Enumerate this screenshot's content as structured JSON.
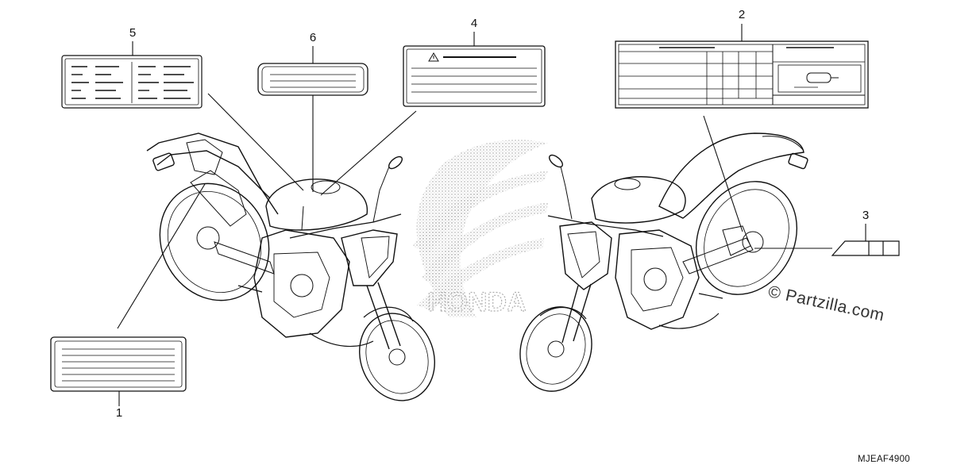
{
  "callouts": [
    {
      "number": "1"
    },
    {
      "number": "2"
    },
    {
      "number": "3"
    },
    {
      "number": "4"
    },
    {
      "number": "5"
    },
    {
      "number": "6"
    }
  ],
  "watermark": "© Partzilla.com",
  "diagram_code": "MJEAF4900",
  "background_logo_text": "HONDA",
  "colors": {
    "line": "#111111",
    "background": "#ffffff",
    "stipple": "#9a9a9a",
    "watermark": "#333333"
  }
}
